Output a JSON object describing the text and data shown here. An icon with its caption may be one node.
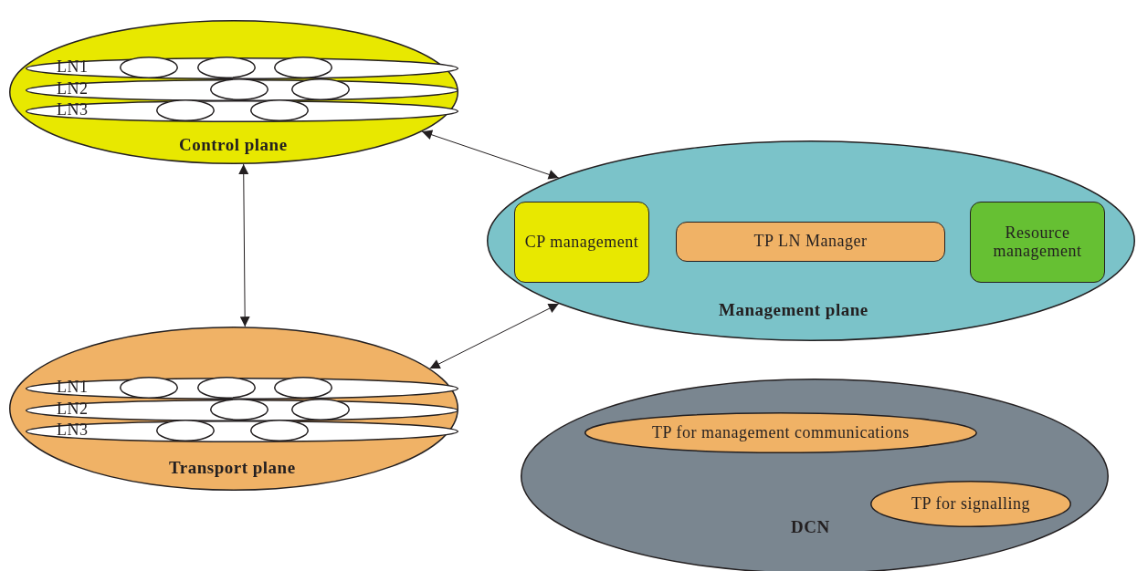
{
  "diagram": {
    "nodes": [
      {
        "text": [
          "Control plane"
        ]
      },
      {
        "text": [
          "LN1"
        ],
        "in": 0
      },
      {
        "text": [
          "LN2"
        ],
        "in": 0
      },
      {
        "text": [
          "LN3"
        ],
        "in": 0
      },
      {
        "text": [],
        "shape": "ellipse",
        "in": 1
      },
      {
        "text": [],
        "shape": "ellipse",
        "in": 1
      },
      {
        "text": [],
        "shape": "ellipse",
        "in": 1
      },
      {
        "text": [],
        "shape": "ellipse",
        "in": 2
      },
      {
        "text": [],
        "shape": "ellipse",
        "in": 2
      },
      {
        "text": [],
        "shape": "ellipse",
        "in": 3
      },
      {
        "text": [],
        "shape": "ellipse",
        "in": 3
      },
      {
        "text": [
          "Management plane"
        ]
      },
      {
        "text": [
          "CP management"
        ],
        "in": 11
      },
      {
        "text": [
          "TP LN Manager"
        ],
        "in": 11
      },
      {
        "text": [
          "Resource management"
        ],
        "in": 11
      },
      {
        "text": [
          "Transport plane"
        ]
      },
      {
        "text": [
          "LN1"
        ],
        "in": 15
      },
      {
        "text": [
          "LN2"
        ],
        "in": 15
      },
      {
        "text": [
          "LN3"
        ],
        "in": 15
      },
      {
        "text": [],
        "shape": "ellipse",
        "in": 16
      },
      {
        "text": [],
        "shape": "ellipse",
        "in": 16
      },
      {
        "text": [],
        "shape": "ellipse",
        "in": 16
      },
      {
        "text": [],
        "shape": "ellipse",
        "in": 17
      },
      {
        "text": [],
        "shape": "ellipse",
        "in": 17
      },
      {
        "text": [],
        "shape": "ellipse",
        "in": 18
      },
      {
        "text": [],
        "shape": "ellipse",
        "in": 18
      },
      {
        "text": [
          "DCN"
        ]
      },
      {
        "text": [
          "TP for management communications"
        ],
        "in": 26
      },
      {
        "text": [
          "TP for signalling"
        ],
        "in": 26
      }
    ],
    "edges": [
      {
        "from": 0,
        "to": 11,
        "arrow": "both"
      },
      {
        "from": 0,
        "to": 15,
        "arrow": "both"
      },
      {
        "from": 15,
        "to": 11,
        "arrow": "both"
      }
    ]
  }
}
